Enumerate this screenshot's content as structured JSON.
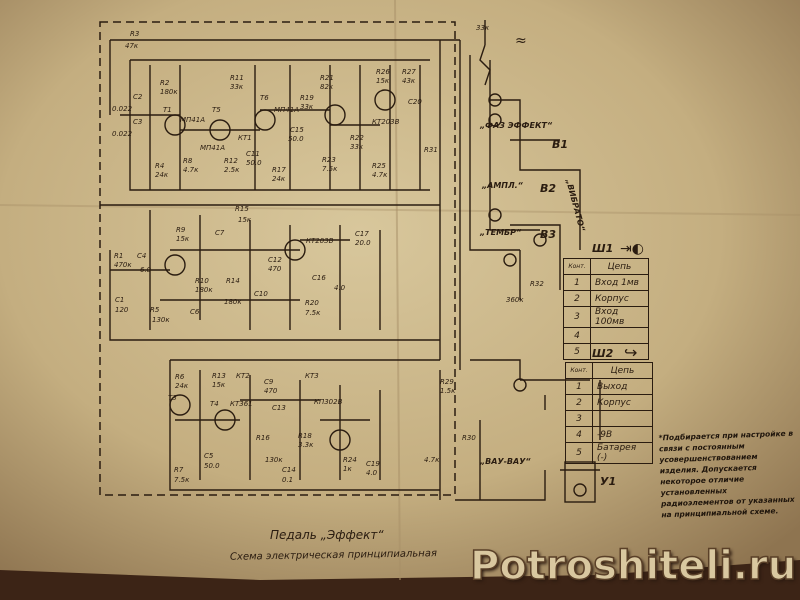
{
  "title": "Педаль „Эффект“",
  "subtitle": "Схема электрическая принципиальная",
  "watermark": "Potroshiteli.ru",
  "note": "*Подбирается при настройке в связи с постоянным усовершенствованием изделия. Допускается некоторое отличие установленных радиоэлементов от указанных на принципиальной схеме.",
  "switches": {
    "b1": "B1",
    "b1_label": "„ФАЗ ЭФФЕКТ“",
    "b2": "B2",
    "b2_label": "„АМПЛ.“",
    "b3": "B3",
    "b3_label": "„ТЕМБР“",
    "vibrato": "„ВИБРАТО“",
    "wah": "„ВАУ-ВАУ“",
    "u1": "У1"
  },
  "connector1": {
    "name": "Ш1",
    "header_pin": "Конт.",
    "header_circuit": "Цепь",
    "rows": [
      {
        "pin": "1",
        "circuit": "Вход 1мв"
      },
      {
        "pin": "2",
        "circuit": "Корпус"
      },
      {
        "pin": "3",
        "circuit": "Вход 100мв"
      },
      {
        "pin": "4",
        "circuit": ""
      },
      {
        "pin": "5",
        "circuit": ""
      }
    ]
  },
  "connector2": {
    "name": "Ш2",
    "header_pin": "Конт.",
    "header_circuit": "Цепь",
    "rows": [
      {
        "pin": "1",
        "circuit": "Выход"
      },
      {
        "pin": "2",
        "circuit": "Корпус"
      },
      {
        "pin": "3",
        "circuit": ""
      },
      {
        "pin": "4",
        "circuit": "-9В"
      },
      {
        "pin": "5",
        "circuit": "Батарея (-)"
      }
    ]
  },
  "components": [
    "R3",
    "47к",
    "C2",
    "0.022",
    "C3",
    "0.022",
    "R2",
    "180к",
    "R11",
    "33к",
    "T1",
    "МП41А",
    "T5",
    "МП41А",
    "T6",
    "МП41А",
    "КТ1",
    "R4",
    "24к",
    "R8",
    "4.7к",
    "R12",
    "2.5к",
    "C11",
    "50.0",
    "R17",
    "24к",
    "C15",
    "50.0",
    "R19",
    "33к",
    "R21",
    "82к",
    "R22",
    "33к",
    "R23",
    "7.5к",
    "R25",
    "4.7к",
    "R26",
    "15к",
    "R27",
    "43к",
    "C20",
    "КТ203В",
    "R31",
    "33к",
    "R1",
    "470к",
    "C4",
    "6.0",
    "C1",
    "120",
    "R5",
    "130к",
    "R9",
    "15к",
    "C7",
    "R15",
    "15к",
    "КТ203В",
    "C12",
    "470",
    "C17",
    "20.0",
    "C16",
    "4.0",
    "R10",
    "180к",
    "R14",
    "180к",
    "C6",
    "C10",
    "R20",
    "7.5к",
    "R6",
    "24к",
    "R13",
    "15к",
    "КТ2",
    "C9",
    "470",
    "КТ3",
    "КП302В",
    "T3",
    "T4",
    "КТ361",
    "C13",
    "R16",
    "130к",
    "R18",
    "3.3к",
    "C5",
    "50.0",
    "R7",
    "7.5к",
    "C14",
    "0.1",
    "R24",
    "1к",
    "C19",
    "4.0",
    "R29",
    "1.5к",
    "R30",
    "4.7к",
    "R32",
    "360к"
  ]
}
